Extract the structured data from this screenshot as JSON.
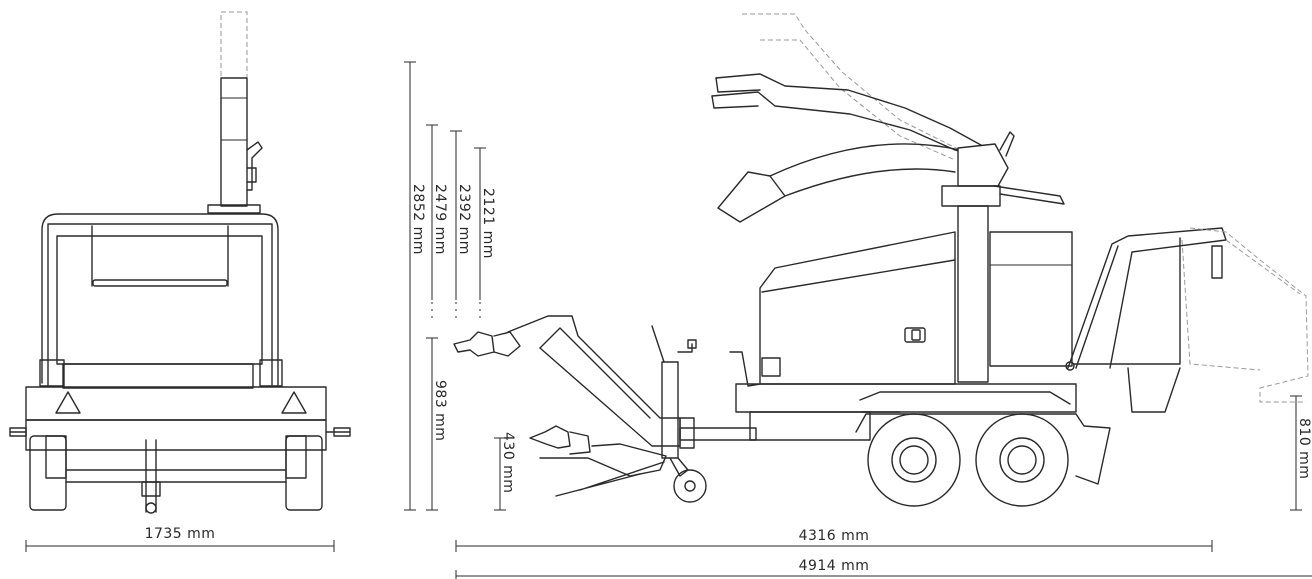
{
  "colors": {
    "line": "#2a2a2a",
    "ghost": "#9a9a9a",
    "background": "#ffffff"
  },
  "dimensions": {
    "front_width": "1735 mm",
    "height_total": "2852 mm",
    "height_2479": "2479 mm",
    "height_2392": "2392 mm",
    "height_2121": "2121 mm",
    "height_983": "983 mm",
    "height_430": "430 mm",
    "height_810": "810 mm",
    "length_4316": "4316 mm",
    "length_4914": "4914 mm"
  }
}
